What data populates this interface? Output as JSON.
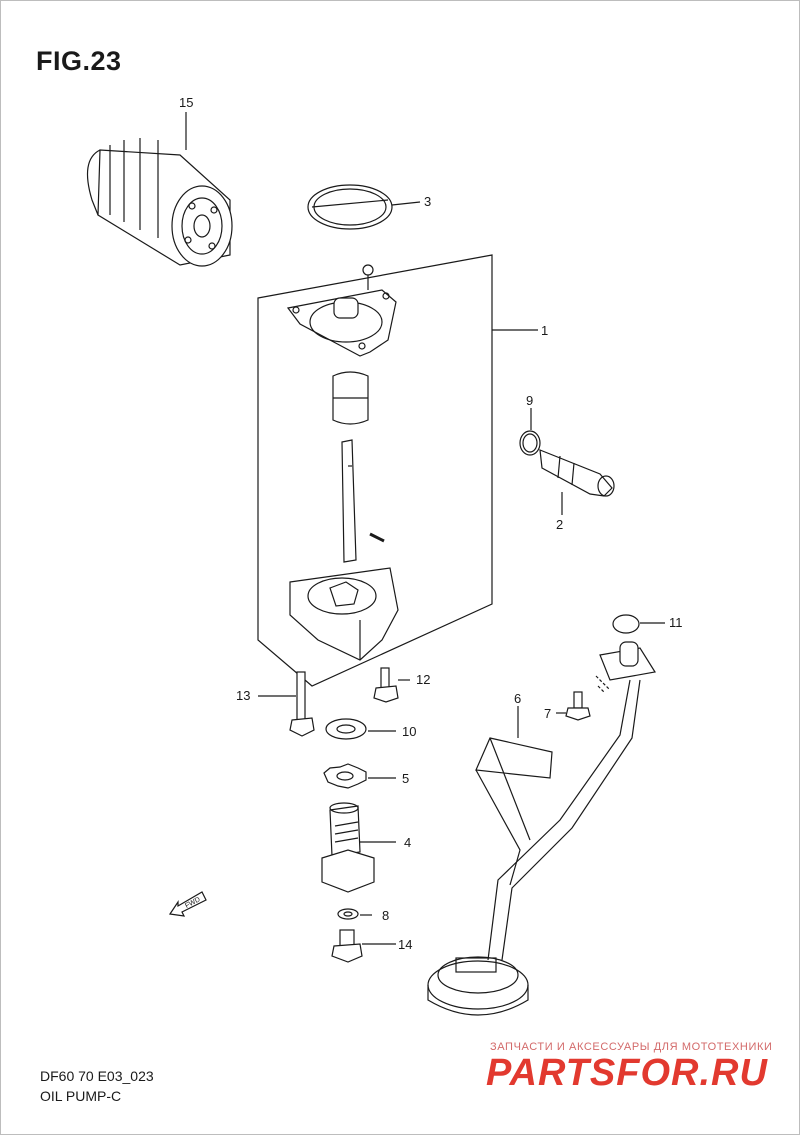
{
  "figure": {
    "title": "FIG.23",
    "code": "DF60 70 E03_023",
    "caption": "OIL PUMP-C"
  },
  "callouts": [
    "15",
    "3",
    "1",
    "9",
    "2",
    "11",
    "6",
    "7",
    "13",
    "12",
    "10",
    "5",
    "4",
    "8",
    "14"
  ],
  "fwd_label": "FWD",
  "watermark": {
    "tagline": "ЗАПЧАСТИ И АКСЕССУАРЫ ДЛЯ МОТОТЕХНИКИ",
    "brand": "PARTSFOR.RU"
  },
  "colors": {
    "line": "#1a1a1a",
    "watermark": "#e2392f"
  }
}
